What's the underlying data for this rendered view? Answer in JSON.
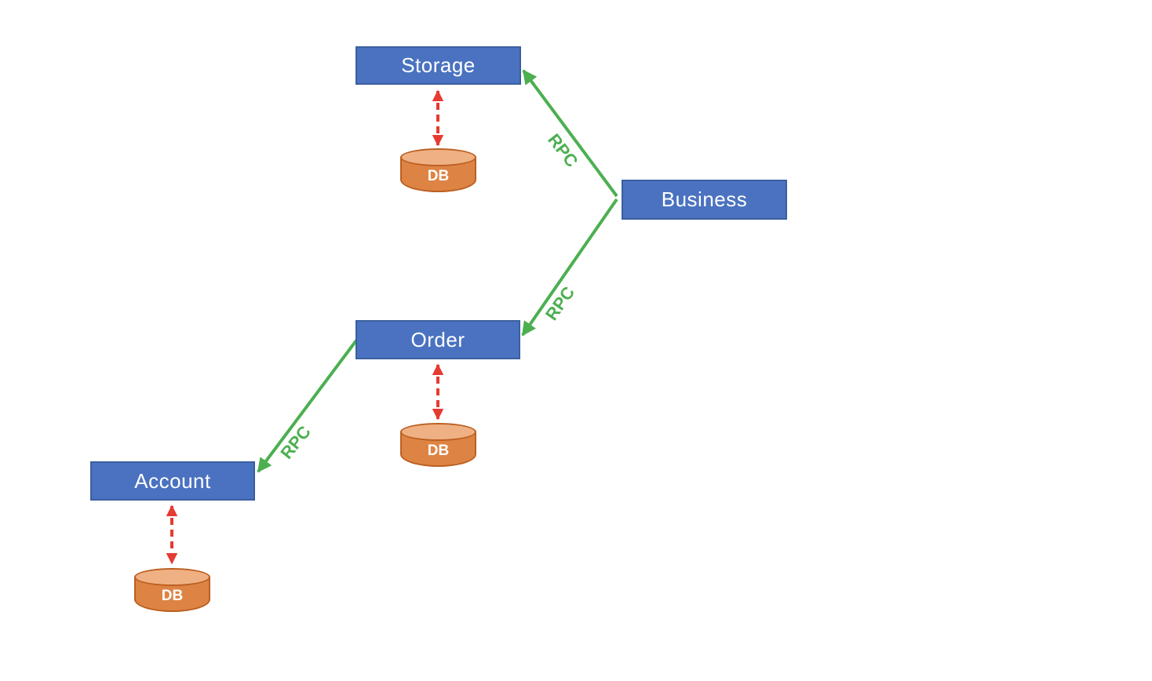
{
  "nodes": {
    "storage": {
      "label": "Storage"
    },
    "business": {
      "label": "Business"
    },
    "order": {
      "label": "Order"
    },
    "account": {
      "label": "Account"
    }
  },
  "databases": {
    "storage_db": {
      "label": "DB"
    },
    "order_db": {
      "label": "DB"
    },
    "account_db": {
      "label": "DB"
    }
  },
  "edges": {
    "business_to_storage": {
      "label": "RPC"
    },
    "business_to_order": {
      "label": "RPC"
    },
    "order_to_account": {
      "label": "RPC"
    }
  },
  "colors": {
    "node_fill": "#4a72c0",
    "node_border": "#3b5f9f",
    "db_fill": "#dd8444",
    "db_top_fill": "#efb183",
    "db_border": "#bc5f21",
    "rpc_arrow_green": "#4caf50",
    "db_link_red": "#e53b32",
    "background": "#ffffff"
  }
}
